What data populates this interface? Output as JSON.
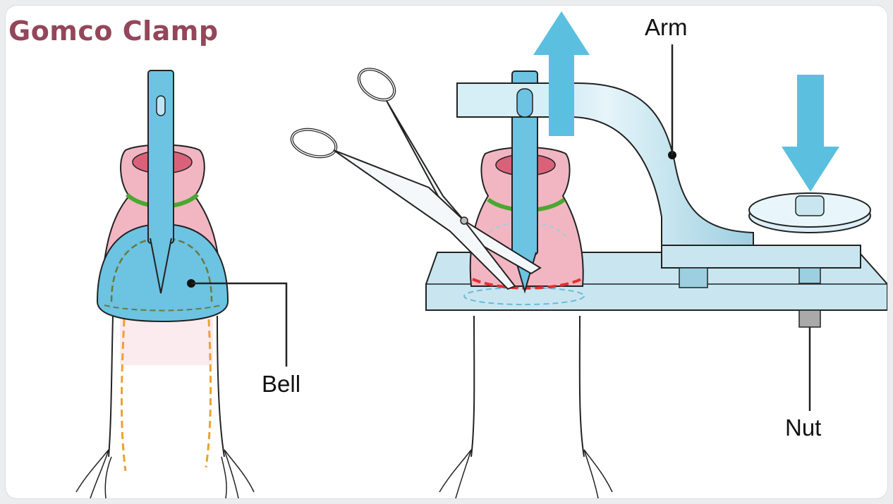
{
  "title": "Gomco Clamp",
  "labels": {
    "bell": "Bell",
    "arm": "Arm",
    "nut": "Nut"
  },
  "colors": {
    "title": "#94465a",
    "metal": "#b8dce8",
    "arrow": "#5bbfe0",
    "foreskin": "#f2b6c2",
    "bell": "#6cc3e2",
    "band": "#4aa830",
    "cutline": "#e03030",
    "dashed_orange": "#f0a030"
  }
}
